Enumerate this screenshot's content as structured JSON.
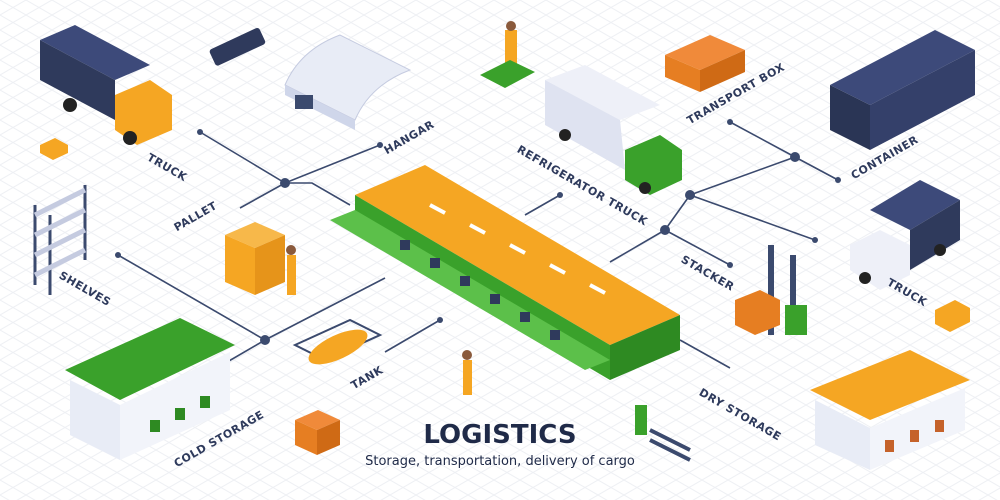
{
  "title": "LOGISTICS",
  "subtitle": "Storage, transportation, delivery of cargo",
  "labels": {
    "truck_left": "TRUCK",
    "hangar": "HANGAR",
    "pallet": "PALLET",
    "shelves": "SHELVES",
    "cold_storage": "COLD STORAGE",
    "tank": "TANK",
    "refrigerator_truck": "REFRIGERATOR TRUCK",
    "transport_box": "TRANSPORT BOX",
    "container": "CONTAINER",
    "stacker": "STACKER",
    "truck_right": "TRUCK",
    "dry_storage": "DRY STORAGE"
  },
  "colors": {
    "line": "#3b4a6e",
    "green": "#3aa12b",
    "orange": "#f5a623",
    "navy": "#2f3a5c",
    "box": "#e67e22"
  }
}
